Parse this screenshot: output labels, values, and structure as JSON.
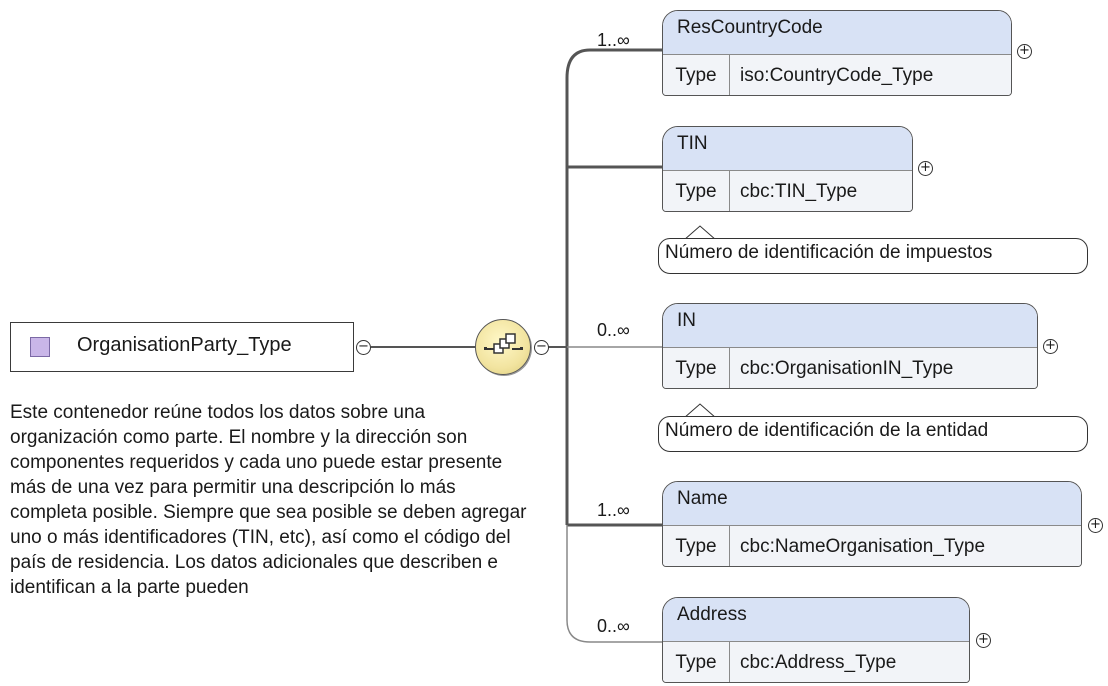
{
  "root": {
    "label": "OrganisationParty_Type",
    "collapse_symbol": "−",
    "documentation": "Este contenedor reúne todos los datos sobre una organización como parte. El nombre y la dirección son componentes requeridos y cada uno puede estar presente más de una vez para permitir una descripción lo más completa posible. Siempre que sea posible se deben agregar uno o más identificadores (TIN, etc), así como el código del país de residencia. Los datos adicionales que describen e identifican a la parte pueden"
  },
  "sequence": {
    "icon": "sequence-compositor-icon",
    "collapse_symbol": "−"
  },
  "elements": [
    {
      "name": "ResCountryCode",
      "multiplicity": "1..∞",
      "type_label": "Type",
      "type_value": "iso:CountryCode_Type",
      "expand_symbol": "+"
    },
    {
      "name": "TIN",
      "multiplicity": "",
      "type_label": "Type",
      "type_value": "cbc:TIN_Type",
      "expand_symbol": "+",
      "annotation": "Número de identificación de impuestos"
    },
    {
      "name": "IN",
      "multiplicity": "0..∞",
      "type_label": "Type",
      "type_value": "cbc:OrganisationIN_Type",
      "expand_symbol": "+",
      "annotation": "Número de identificación de la entidad"
    },
    {
      "name": "Name",
      "multiplicity": "1..∞",
      "type_label": "Type",
      "type_value": "cbc:NameOrganisation_Type",
      "expand_symbol": "+"
    },
    {
      "name": "Address",
      "multiplicity": "0..∞",
      "type_label": "Type",
      "type_value": "cbc:Address_Type",
      "expand_symbol": "+"
    }
  ],
  "colors": {
    "element_header": "#d8e2f5",
    "root_marker": "#c9b6e8",
    "sequence_fill": "#f2e4a0",
    "connector": "#666666"
  }
}
